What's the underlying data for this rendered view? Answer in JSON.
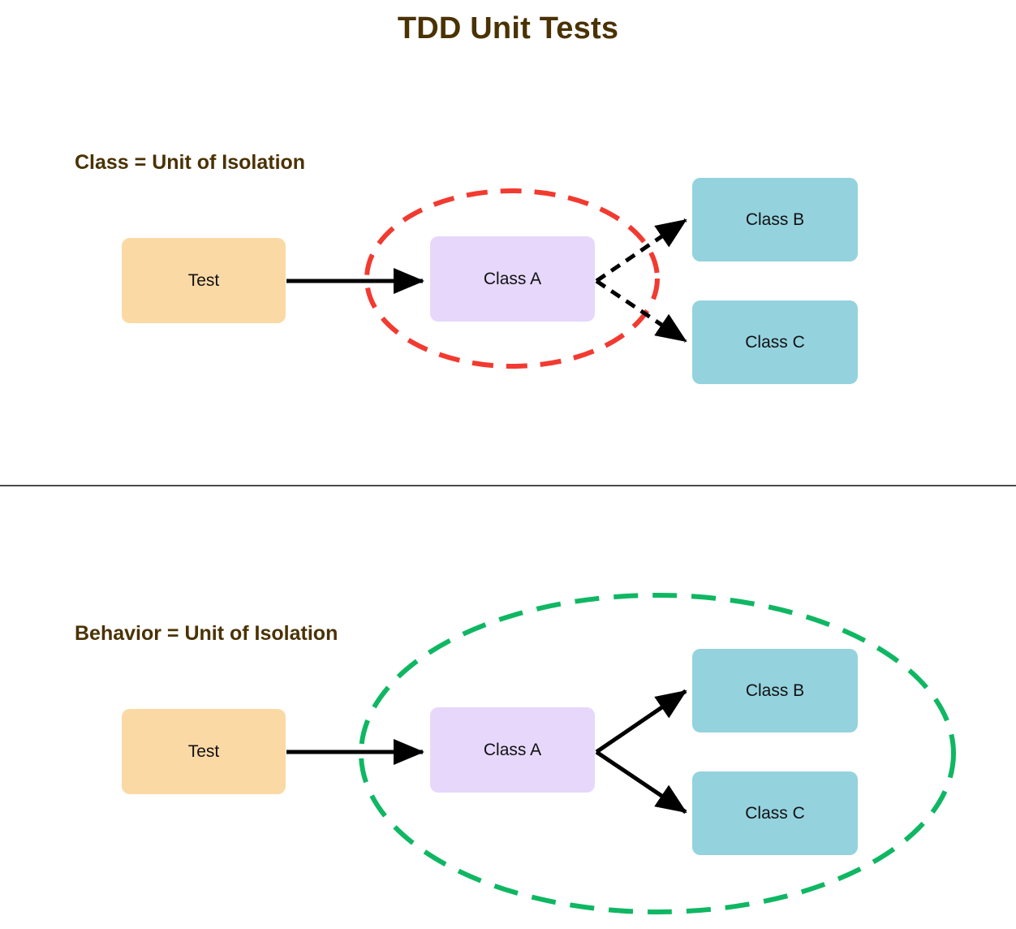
{
  "page": {
    "title": "TDD Unit Tests",
    "background_color": "#ffffff",
    "title_color": "#4a3203"
  },
  "sections": [
    {
      "id": "class-isolation",
      "heading": "Class = Unit of Isolation",
      "boundary": {
        "shape": "ellipse",
        "style": "dashed",
        "color": "#f23a30",
        "encloses": [
          "Class A"
        ]
      },
      "nodes": [
        {
          "id": "test",
          "label": "Test",
          "color": "#fbd9a5",
          "role": "test"
        },
        {
          "id": "class-a",
          "label": "Class A",
          "color": "#e6d7fb",
          "role": "system-under-test"
        },
        {
          "id": "class-b",
          "label": "Class B",
          "color": "#94d2de",
          "role": "collaborator"
        },
        {
          "id": "class-c",
          "label": "Class C",
          "color": "#94d2de",
          "role": "collaborator"
        }
      ],
      "edges": [
        {
          "from": "test",
          "to": "class-a",
          "style": "solid",
          "color": "#000000"
        },
        {
          "from": "class-a",
          "to": "class-b",
          "style": "dashed",
          "color": "#000000"
        },
        {
          "from": "class-a",
          "to": "class-c",
          "style": "dashed",
          "color": "#000000"
        }
      ]
    },
    {
      "id": "behavior-isolation",
      "heading": "Behavior = Unit of Isolation",
      "boundary": {
        "shape": "ellipse",
        "style": "dashed",
        "color": "#0fb763",
        "encloses": [
          "Class A",
          "Class B",
          "Class C"
        ]
      },
      "nodes": [
        {
          "id": "test",
          "label": "Test",
          "color": "#fbd9a5",
          "role": "test"
        },
        {
          "id": "class-a",
          "label": "Class A",
          "color": "#e6d7fb",
          "role": "system-under-test"
        },
        {
          "id": "class-b",
          "label": "Class B",
          "color": "#94d2de",
          "role": "collaborator"
        },
        {
          "id": "class-c",
          "label": "Class C",
          "color": "#94d2de",
          "role": "collaborator"
        }
      ],
      "edges": [
        {
          "from": "test",
          "to": "class-a",
          "style": "solid",
          "color": "#000000"
        },
        {
          "from": "class-a",
          "to": "class-b",
          "style": "solid",
          "color": "#000000"
        },
        {
          "from": "class-a",
          "to": "class-c",
          "style": "solid",
          "color": "#000000"
        }
      ]
    }
  ],
  "divider": {
    "color": "#4b4b4b"
  }
}
